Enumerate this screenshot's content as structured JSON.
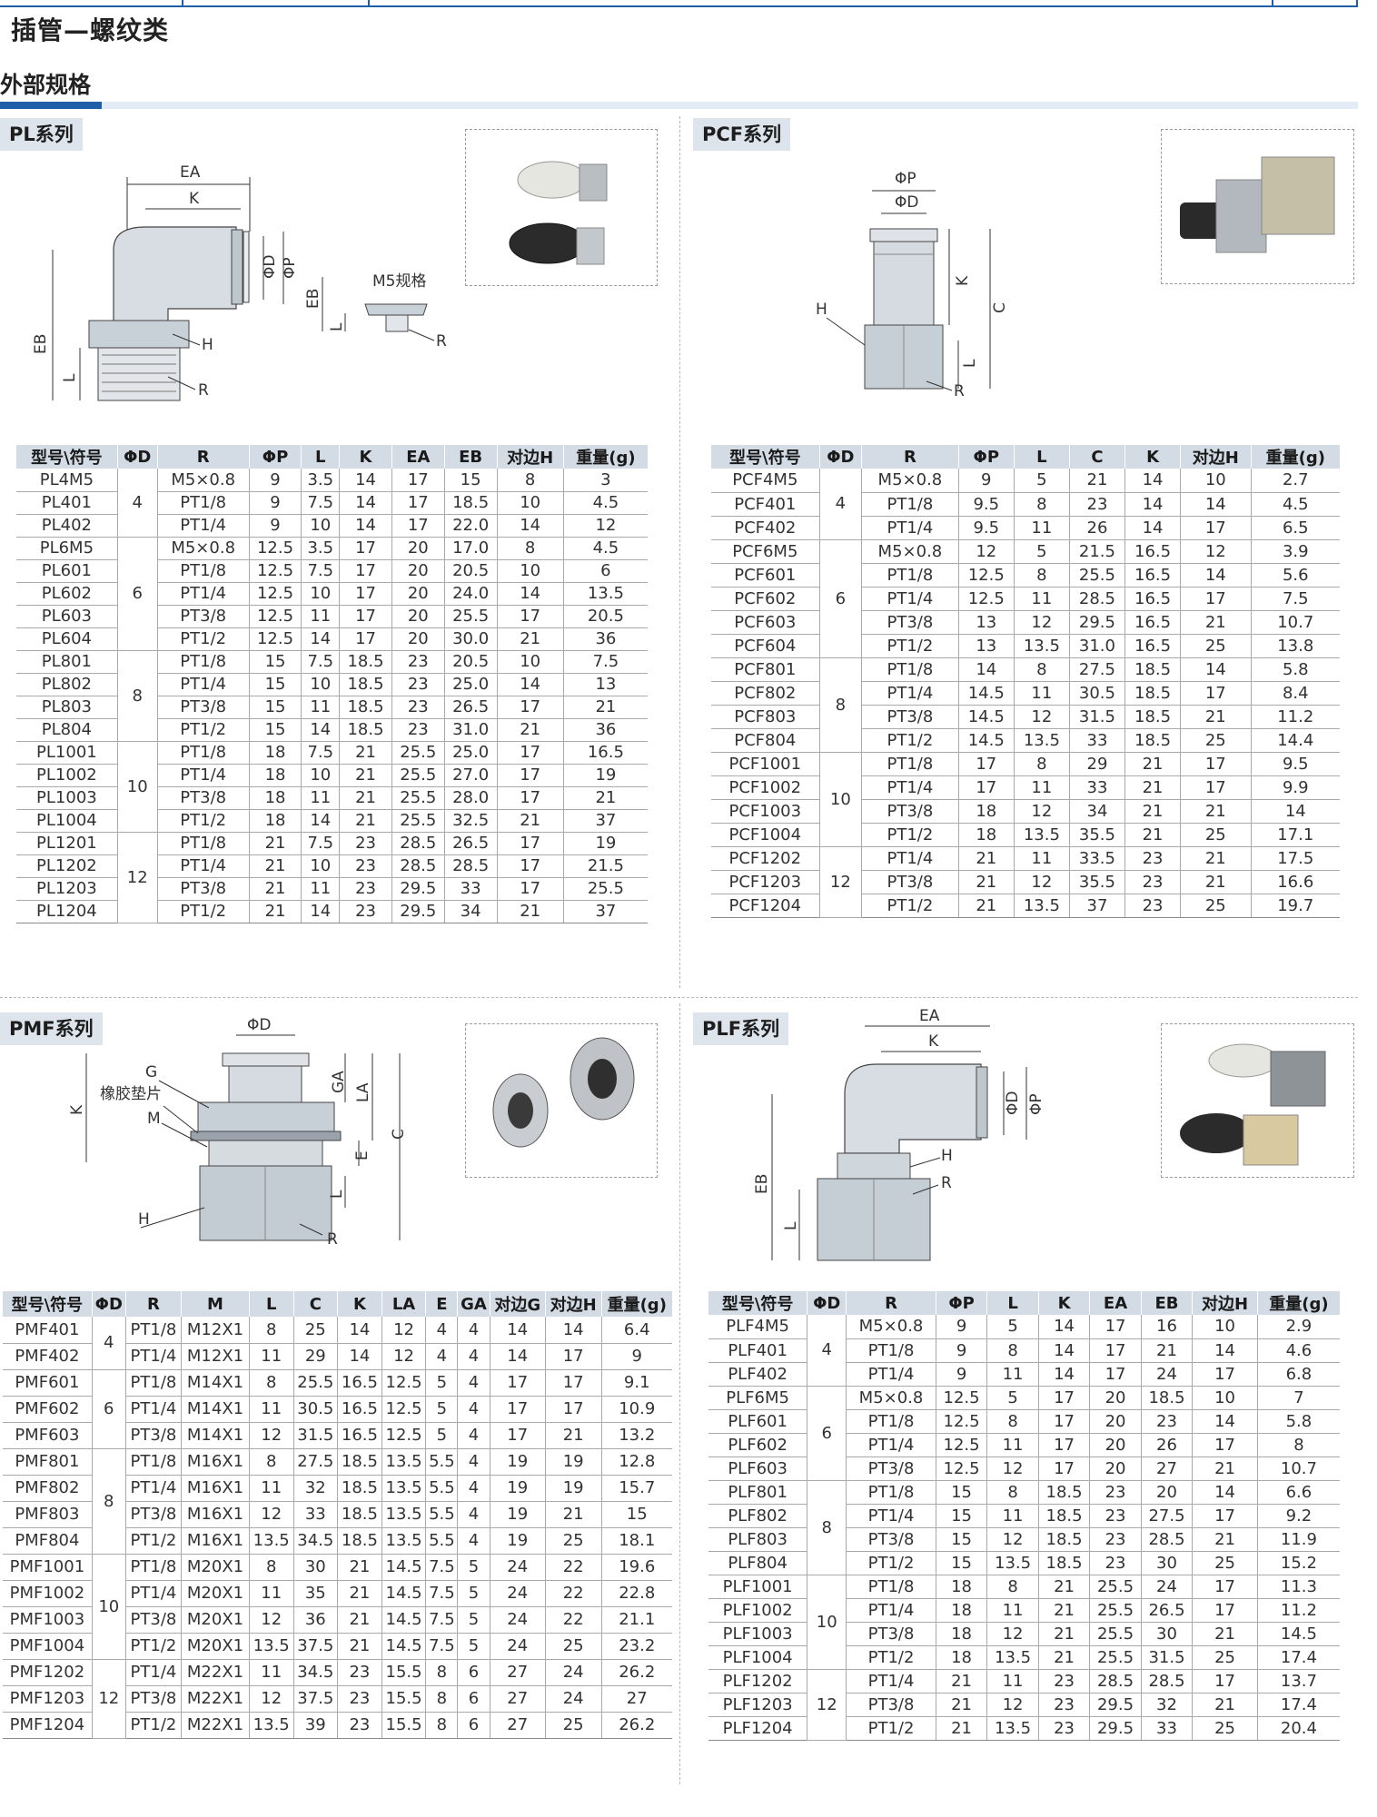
{
  "page": {
    "title": "插管—螺纹类",
    "section": "外部规格"
  },
  "pl": {
    "tag": "PL系列",
    "labels": {
      "ea": "EA",
      "k": "K",
      "phid": "ΦD",
      "phip": "ΦP",
      "eb": "EB",
      "l": "L",
      "h": "H",
      "r": "R",
      "m5": "M5规格"
    },
    "headers": [
      "型号\\符号",
      "ΦD",
      "R",
      "ΦP",
      "L",
      "K",
      "EA",
      "EB",
      "对边H",
      "重量(g)"
    ],
    "groups": [
      {
        "d": "4",
        "rows": [
          [
            "PL4M5",
            "M5×0.8",
            "9",
            "3.5",
            "14",
            "17",
            "15",
            "8",
            "3"
          ],
          [
            "PL401",
            "PT1/8",
            "9",
            "7.5",
            "14",
            "17",
            "18.5",
            "10",
            "4.5"
          ],
          [
            "PL402",
            "PT1/4",
            "9",
            "10",
            "14",
            "17",
            "22.0",
            "14",
            "12"
          ]
        ]
      },
      {
        "d": "6",
        "rows": [
          [
            "PL6M5",
            "M5×0.8",
            "12.5",
            "3.5",
            "17",
            "20",
            "17.0",
            "8",
            "4.5"
          ],
          [
            "PL601",
            "PT1/8",
            "12.5",
            "7.5",
            "17",
            "20",
            "20.5",
            "10",
            "6"
          ],
          [
            "PL602",
            "PT1/4",
            "12.5",
            "10",
            "17",
            "20",
            "24.0",
            "14",
            "13.5"
          ],
          [
            "PL603",
            "PT3/8",
            "12.5",
            "11",
            "17",
            "20",
            "25.5",
            "17",
            "20.5"
          ],
          [
            "PL604",
            "PT1/2",
            "12.5",
            "14",
            "17",
            "20",
            "30.0",
            "21",
            "36"
          ]
        ]
      },
      {
        "d": "8",
        "rows": [
          [
            "PL801",
            "PT1/8",
            "15",
            "7.5",
            "18.5",
            "23",
            "20.5",
            "10",
            "7.5"
          ],
          [
            "PL802",
            "PT1/4",
            "15",
            "10",
            "18.5",
            "23",
            "25.0",
            "14",
            "13"
          ],
          [
            "PL803",
            "PT3/8",
            "15",
            "11",
            "18.5",
            "23",
            "26.5",
            "17",
            "21"
          ],
          [
            "PL804",
            "PT1/2",
            "15",
            "14",
            "18.5",
            "23",
            "31.0",
            "21",
            "36"
          ]
        ]
      },
      {
        "d": "10",
        "rows": [
          [
            "PL1001",
            "PT1/8",
            "18",
            "7.5",
            "21",
            "25.5",
            "25.0",
            "17",
            "16.5"
          ],
          [
            "PL1002",
            "PT1/4",
            "18",
            "10",
            "21",
            "25.5",
            "27.0",
            "17",
            "19"
          ],
          [
            "PL1003",
            "PT3/8",
            "18",
            "11",
            "21",
            "25.5",
            "28.0",
            "17",
            "21"
          ],
          [
            "PL1004",
            "PT1/2",
            "18",
            "14",
            "21",
            "25.5",
            "32.5",
            "21",
            "37"
          ]
        ]
      },
      {
        "d": "12",
        "rows": [
          [
            "PL1201",
            "PT1/8",
            "21",
            "7.5",
            "23",
            "28.5",
            "26.5",
            "17",
            "19"
          ],
          [
            "PL1202",
            "PT1/4",
            "21",
            "10",
            "23",
            "28.5",
            "28.5",
            "17",
            "21.5"
          ],
          [
            "PL1203",
            "PT3/8",
            "21",
            "11",
            "23",
            "29.5",
            "33",
            "17",
            "25.5"
          ],
          [
            "PL1204",
            "PT1/2",
            "21",
            "14",
            "23",
            "29.5",
            "34",
            "21",
            "37"
          ]
        ]
      }
    ]
  },
  "pcf": {
    "tag": "PCF系列",
    "labels": {
      "phip": "ΦP",
      "phid": "ΦD",
      "k": "K",
      "c": "C",
      "l": "L",
      "h": "H",
      "r": "R"
    },
    "headers": [
      "型号\\符号",
      "ΦD",
      "R",
      "ΦP",
      "L",
      "C",
      "K",
      "对边H",
      "重量(g)"
    ],
    "groups": [
      {
        "d": "4",
        "rows": [
          [
            "PCF4M5",
            "M5×0.8",
            "9",
            "5",
            "21",
            "14",
            "10",
            "2.7"
          ],
          [
            "PCF401",
            "PT1/8",
            "9.5",
            "8",
            "23",
            "14",
            "14",
            "4.5"
          ],
          [
            "PCF402",
            "PT1/4",
            "9.5",
            "11",
            "26",
            "14",
            "17",
            "6.5"
          ]
        ]
      },
      {
        "d": "6",
        "rows": [
          [
            "PCF6M5",
            "M5×0.8",
            "12",
            "5",
            "21.5",
            "16.5",
            "12",
            "3.9"
          ],
          [
            "PCF601",
            "PT1/8",
            "12.5",
            "8",
            "25.5",
            "16.5",
            "14",
            "5.6"
          ],
          [
            "PCF602",
            "PT1/4",
            "12.5",
            "11",
            "28.5",
            "16.5",
            "17",
            "7.5"
          ],
          [
            "PCF603",
            "PT3/8",
            "13",
            "12",
            "29.5",
            "16.5",
            "21",
            "10.7"
          ],
          [
            "PCF604",
            "PT1/2",
            "13",
            "13.5",
            "31.0",
            "16.5",
            "25",
            "13.8"
          ]
        ]
      },
      {
        "d": "8",
        "rows": [
          [
            "PCF801",
            "PT1/8",
            "14",
            "8",
            "27.5",
            "18.5",
            "14",
            "5.8"
          ],
          [
            "PCF802",
            "PT1/4",
            "14.5",
            "11",
            "30.5",
            "18.5",
            "17",
            "8.4"
          ],
          [
            "PCF803",
            "PT3/8",
            "14.5",
            "12",
            "31.5",
            "18.5",
            "21",
            "11.2"
          ],
          [
            "PCF804",
            "PT1/2",
            "14.5",
            "13.5",
            "33",
            "18.5",
            "25",
            "14.4"
          ]
        ]
      },
      {
        "d": "10",
        "rows": [
          [
            "PCF1001",
            "PT1/8",
            "17",
            "8",
            "29",
            "21",
            "17",
            "9.5"
          ],
          [
            "PCF1002",
            "PT1/4",
            "17",
            "11",
            "33",
            "21",
            "17",
            "9.9"
          ],
          [
            "PCF1003",
            "PT3/8",
            "18",
            "12",
            "34",
            "21",
            "21",
            "14"
          ],
          [
            "PCF1004",
            "PT1/2",
            "18",
            "13.5",
            "35.5",
            "21",
            "25",
            "17.1"
          ]
        ]
      },
      {
        "d": "12",
        "rows": [
          [
            "PCF1202",
            "PT1/4",
            "21",
            "11",
            "33.5",
            "23",
            "21",
            "17.5"
          ],
          [
            "PCF1203",
            "PT3/8",
            "21",
            "12",
            "35.5",
            "23",
            "21",
            "16.6"
          ],
          [
            "PCF1204",
            "PT1/2",
            "21",
            "13.5",
            "37",
            "23",
            "25",
            "19.7"
          ]
        ]
      }
    ]
  },
  "pmf": {
    "tag": "PMF系列",
    "labels": {
      "phid": "ΦD",
      "g": "G",
      "gasket": "橡胶垫片",
      "m": "M",
      "k": "K",
      "ga": "GA",
      "la": "LA",
      "c": "C",
      "e": "E",
      "l": "L",
      "h": "H",
      "r": "R"
    },
    "headers": [
      "型号\\符号",
      "ΦD",
      "R",
      "M",
      "L",
      "C",
      "K",
      "LA",
      "E",
      "GA",
      "对边G",
      "对边H",
      "重量(g)"
    ],
    "groups": [
      {
        "d": "4",
        "rows": [
          [
            "PMF401",
            "PT1/8",
            "M12X1",
            "8",
            "25",
            "14",
            "12",
            "4",
            "4",
            "14",
            "14",
            "6.4"
          ],
          [
            "PMF402",
            "PT1/4",
            "M12X1",
            "11",
            "29",
            "14",
            "12",
            "4",
            "4",
            "14",
            "17",
            "9"
          ]
        ]
      },
      {
        "d": "6",
        "rows": [
          [
            "PMF601",
            "PT1/8",
            "M14X1",
            "8",
            "25.5",
            "16.5",
            "12.5",
            "5",
            "4",
            "17",
            "17",
            "9.1"
          ],
          [
            "PMF602",
            "PT1/4",
            "M14X1",
            "11",
            "30.5",
            "16.5",
            "12.5",
            "5",
            "4",
            "17",
            "17",
            "10.9"
          ],
          [
            "PMF603",
            "PT3/8",
            "M14X1",
            "12",
            "31.5",
            "16.5",
            "12.5",
            "5",
            "4",
            "17",
            "21",
            "13.2"
          ]
        ]
      },
      {
        "d": "8",
        "rows": [
          [
            "PMF801",
            "PT1/8",
            "M16X1",
            "8",
            "27.5",
            "18.5",
            "13.5",
            "5.5",
            "4",
            "19",
            "19",
            "12.8"
          ],
          [
            "PMF802",
            "PT1/4",
            "M16X1",
            "11",
            "32",
            "18.5",
            "13.5",
            "5.5",
            "4",
            "19",
            "19",
            "15.7"
          ],
          [
            "PMF803",
            "PT3/8",
            "M16X1",
            "12",
            "33",
            "18.5",
            "13.5",
            "5.5",
            "4",
            "19",
            "21",
            "15"
          ],
          [
            "PMF804",
            "PT1/2",
            "M16X1",
            "13.5",
            "34.5",
            "18.5",
            "13.5",
            "5.5",
            "4",
            "19",
            "25",
            "18.1"
          ]
        ]
      },
      {
        "d": "10",
        "rows": [
          [
            "PMF1001",
            "PT1/8",
            "M20X1",
            "8",
            "30",
            "21",
            "14.5",
            "7.5",
            "5",
            "24",
            "22",
            "19.6"
          ],
          [
            "PMF1002",
            "PT1/4",
            "M20X1",
            "11",
            "35",
            "21",
            "14.5",
            "7.5",
            "5",
            "24",
            "22",
            "22.8"
          ],
          [
            "PMF1003",
            "PT3/8",
            "M20X1",
            "12",
            "36",
            "21",
            "14.5",
            "7.5",
            "5",
            "24",
            "22",
            "21.1"
          ],
          [
            "PMF1004",
            "PT1/2",
            "M20X1",
            "13.5",
            "37.5",
            "21",
            "14.5",
            "7.5",
            "5",
            "24",
            "25",
            "23.2"
          ]
        ]
      },
      {
        "d": "12",
        "rows": [
          [
            "PMF1202",
            "PT1/4",
            "M22X1",
            "11",
            "34.5",
            "23",
            "15.5",
            "8",
            "6",
            "27",
            "24",
            "26.2"
          ],
          [
            "PMF1203",
            "PT3/8",
            "M22X1",
            "12",
            "37.5",
            "23",
            "15.5",
            "8",
            "6",
            "27",
            "24",
            "27"
          ],
          [
            "PMF1204",
            "PT1/2",
            "M22X1",
            "13.5",
            "39",
            "23",
            "15.5",
            "8",
            "6",
            "27",
            "25",
            "26.2"
          ]
        ]
      }
    ]
  },
  "plf": {
    "tag": "PLF系列",
    "labels": {
      "ea": "EA",
      "k": "K",
      "phid": "ΦD",
      "phip": "ΦP",
      "eb": "EB",
      "l": "L",
      "h": "H",
      "r": "R"
    },
    "headers": [
      "型号\\符号",
      "ΦD",
      "R",
      "ΦP",
      "L",
      "K",
      "EA",
      "EB",
      "对边H",
      "重量(g)"
    ],
    "groups": [
      {
        "d": "4",
        "rows": [
          [
            "PLF4M5",
            "M5×0.8",
            "9",
            "5",
            "14",
            "17",
            "16",
            "10",
            "2.9"
          ],
          [
            "PLF401",
            "PT1/8",
            "9",
            "8",
            "14",
            "17",
            "21",
            "14",
            "4.6"
          ],
          [
            "PLF402",
            "PT1/4",
            "9",
            "11",
            "14",
            "17",
            "24",
            "17",
            "6.8"
          ]
        ]
      },
      {
        "d": "6",
        "rows": [
          [
            "PLF6M5",
            "M5×0.8",
            "12.5",
            "5",
            "17",
            "20",
            "18.5",
            "10",
            "7"
          ],
          [
            "PLF601",
            "PT1/8",
            "12.5",
            "8",
            "17",
            "20",
            "23",
            "14",
            "5.8"
          ],
          [
            "PLF602",
            "PT1/4",
            "12.5",
            "11",
            "17",
            "20",
            "26",
            "17",
            "8"
          ],
          [
            "PLF603",
            "PT3/8",
            "12.5",
            "12",
            "17",
            "20",
            "27",
            "21",
            "10.7"
          ]
        ]
      },
      {
        "d": "8",
        "rows": [
          [
            "PLF801",
            "PT1/8",
            "15",
            "8",
            "18.5",
            "23",
            "20",
            "14",
            "6.6"
          ],
          [
            "PLF802",
            "PT1/4",
            "15",
            "11",
            "18.5",
            "23",
            "27.5",
            "17",
            "9.2"
          ],
          [
            "PLF803",
            "PT3/8",
            "15",
            "12",
            "18.5",
            "23",
            "28.5",
            "21",
            "11.9"
          ],
          [
            "PLF804",
            "PT1/2",
            "15",
            "13.5",
            "18.5",
            "23",
            "30",
            "25",
            "15.2"
          ]
        ]
      },
      {
        "d": "10",
        "rows": [
          [
            "PLF1001",
            "PT1/8",
            "18",
            "8",
            "21",
            "25.5",
            "24",
            "17",
            "11.3"
          ],
          [
            "PLF1002",
            "PT1/4",
            "18",
            "11",
            "21",
            "25.5",
            "26.5",
            "17",
            "11.2"
          ],
          [
            "PLF1003",
            "PT3/8",
            "18",
            "12",
            "21",
            "25.5",
            "30",
            "21",
            "14.5"
          ],
          [
            "PLF1004",
            "PT1/2",
            "18",
            "13.5",
            "21",
            "25.5",
            "31.5",
            "25",
            "17.4"
          ]
        ]
      },
      {
        "d": "12",
        "rows": [
          [
            "PLF1202",
            "PT1/4",
            "21",
            "11",
            "23",
            "28.5",
            "28.5",
            "17",
            "13.7"
          ],
          [
            "PLF1203",
            "PT3/8",
            "21",
            "12",
            "23",
            "29.5",
            "32",
            "21",
            "17.4"
          ],
          [
            "PLF1204",
            "PT1/2",
            "21",
            "13.5",
            "23",
            "29.5",
            "33",
            "25",
            "20.4"
          ]
        ]
      }
    ]
  }
}
